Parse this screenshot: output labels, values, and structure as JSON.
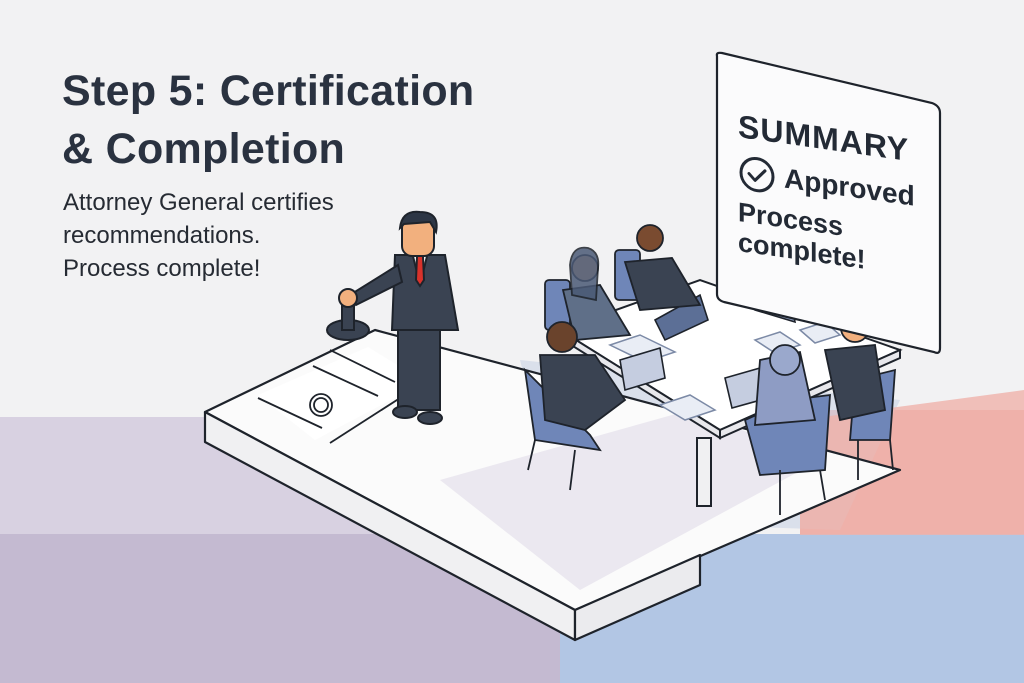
{
  "header": {
    "title_line1": "Step 5: Certification",
    "title_line2": "& Completion",
    "description_line1": "Attorney General certifies",
    "description_line2": "recommendations.",
    "description_line3": "Process complete!"
  },
  "summary_board": {
    "title": "SUMMARY",
    "status_icon": "check-circle-icon",
    "status": "Approved",
    "message_line1": "Process",
    "message_line2": "complete!"
  },
  "scene": {
    "figures": [
      {
        "role": "attorney-general",
        "action": "stamping certificate"
      },
      {
        "role": "committee-member",
        "position": "table"
      },
      {
        "role": "committee-member",
        "position": "table"
      },
      {
        "role": "committee-member",
        "position": "table"
      },
      {
        "role": "committee-member",
        "position": "table"
      },
      {
        "role": "committee-member",
        "position": "table"
      }
    ],
    "icons": [
      "stamp-icon",
      "certificate-seal-icon",
      "laptop-icon",
      "document-icon"
    ]
  },
  "colors": {
    "background": "#f2f2f3",
    "text_dark": "#2a3240",
    "suit": "#3a4352",
    "tie": "#d9322b",
    "chair": "#6f86b8",
    "band_purple_light": "#d8d1e1",
    "band_purple": "#c4bad1",
    "band_blue": "#b2c6e4",
    "band_red": "#efb1aa",
    "platform": "#fbfbfb"
  }
}
